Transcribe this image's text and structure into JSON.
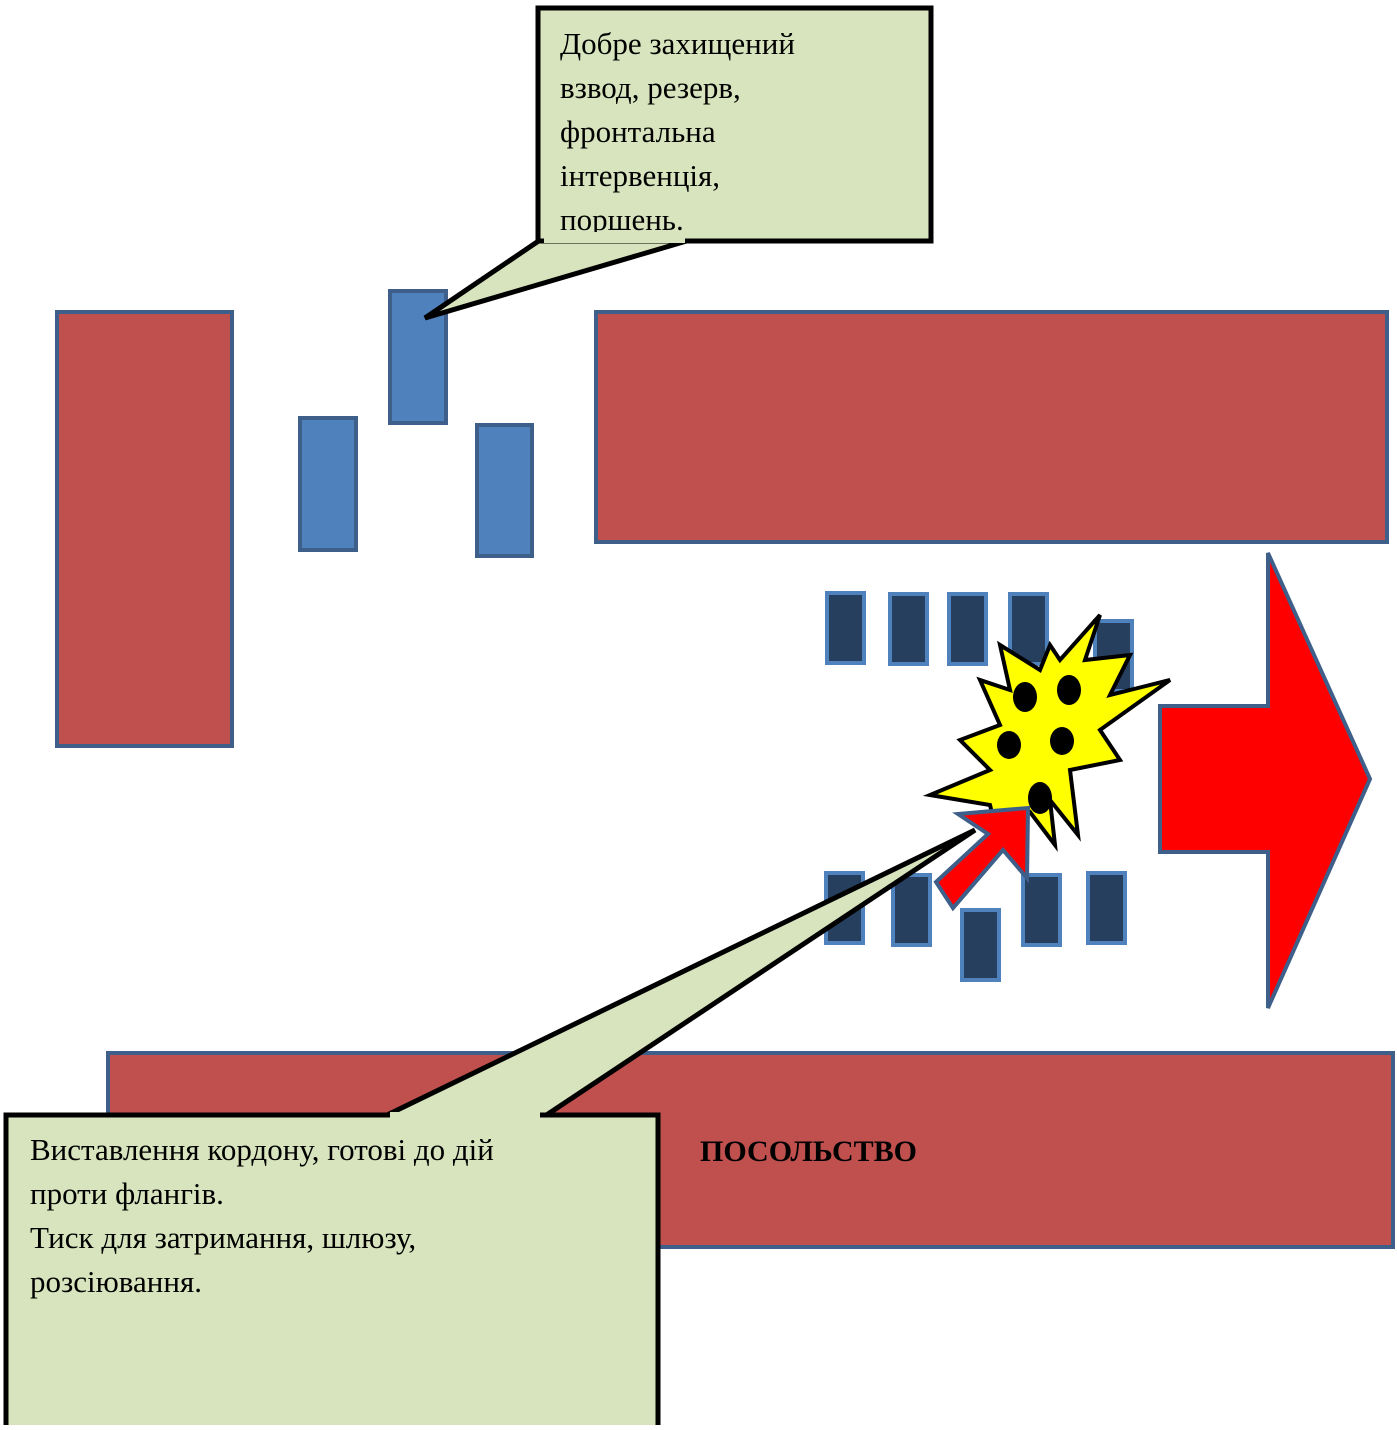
{
  "colors": {
    "building_fill": "#c0504d",
    "building_stroke": "#3e5f8a",
    "friendly_unit_fill": "#4f81bd",
    "friendly_unit_stroke": "#3e5f8a",
    "crowd_unit_fill": "#263f5e",
    "crowd_unit_stroke": "#4f81bd",
    "arrow_fill": "#ff0000",
    "arrow_stroke": "#3e5f8a",
    "explosion_fill": "#ffff00",
    "explosion_stroke": "#000000",
    "callout_fill": "#d7e4bd",
    "callout_stroke": "#000000"
  },
  "callouts": {
    "top": "Добре захищений\nвзвод, резерв,\nфронтальна\nінтервенція,\nпоршень.",
    "bottom": "Виставлення кордону, готові до дій\nпроти флангів.\nТиск для затримання, шлюзу,\nрозсіювання."
  },
  "labels": {
    "embassy": "ПОСОЛЬСТВО"
  },
  "icons": {
    "explosion": "explosion-icon",
    "main_arrow": "right-arrow-icon",
    "thrust_arrow": "diagonal-arrow-icon"
  }
}
